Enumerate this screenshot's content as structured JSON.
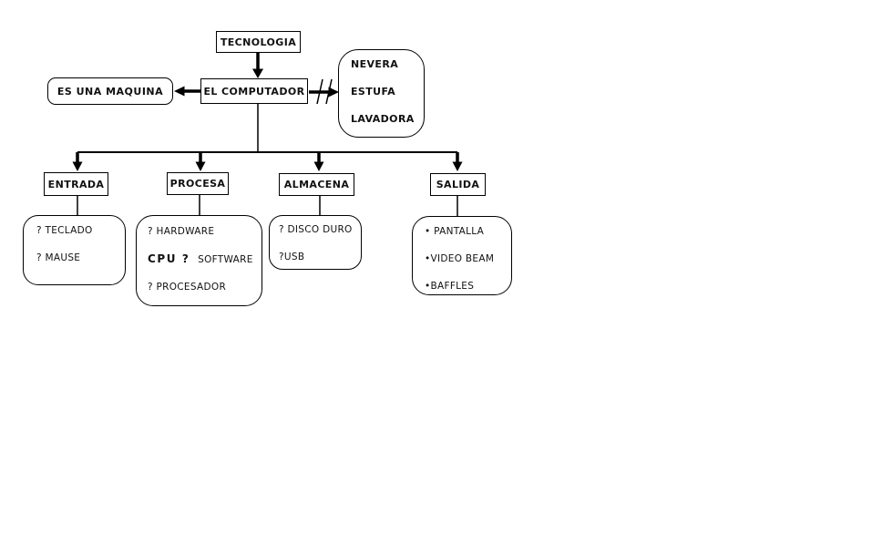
{
  "colors": {
    "ink": "#000000",
    "background": "#ffffff",
    "text": "#111111"
  },
  "diagram": {
    "title_node": "TECNOLOGIA",
    "main_node": "EL COMPUTADOR",
    "definition_node": "ES UNA MAQUINA",
    "non_examples": {
      "items": [
        "NEVERA",
        "ESTUFA",
        "LAVADORA"
      ],
      "link_style": "crossed-out-arrow"
    },
    "branches": [
      {
        "label": "ENTRADA",
        "items": [
          "? TECLADO",
          "? MAUSE"
        ]
      },
      {
        "label": "PROCESA",
        "items": [
          "? HARDWARE",
          {
            "bold": "CPU ?",
            "regular": "SOFTWARE"
          },
          "? PROCESADOR"
        ]
      },
      {
        "label": "ALMACENA",
        "items": [
          "? DISCO DURO",
          "?USB"
        ]
      },
      {
        "label": "SALIDA",
        "items": [
          "• PANTALLA",
          "•VIDEO BEAM",
          "•BAFFLES"
        ]
      }
    ]
  }
}
